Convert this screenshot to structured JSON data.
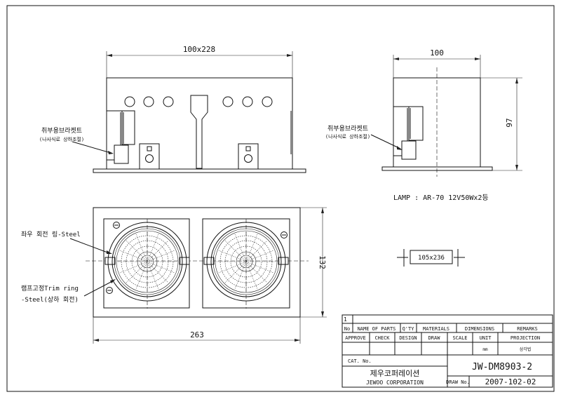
{
  "front_view": {
    "width_label": "100x228",
    "bracket_label": "취부용브라켓트",
    "bracket_sub": "(나사식로 상하조절)"
  },
  "side_view": {
    "width_label": "100",
    "height_label": "97",
    "bracket_label": "취부용브라켓트",
    "bracket_sub": "(나사식로 상하조절)"
  },
  "lamp_spec": "LAMP : AR-70  12V50Wx2등",
  "plan_view": {
    "ring_label": "좌우 회전 링-Steel",
    "trim_label_1": "램프고정Trim ring",
    "trim_label_2": "-Steel(상하 회전)",
    "width_label": "263",
    "height_label": "132"
  },
  "cutout_label": "105x236",
  "title_block": {
    "sheet_no": "1",
    "headers": [
      "No",
      "NAME OF PARTS",
      "Q'TY",
      "MATERIALS",
      "DIMENSIONS",
      "REMARKS"
    ],
    "approvals": [
      "APPROVE",
      "CHECK",
      "DESIGN",
      "DRAW",
      "SCALE",
      "UNIT",
      "PROJECTION"
    ],
    "unit_value": "mm",
    "projection_value": "삼각법",
    "cat_no_label": "CAT. No.",
    "drawing_number": "JW-DM8903-2",
    "company_korean": "제우코퍼레이션",
    "company_english": "JEWOO CORPORATION",
    "draw_no_label": "DRAW No.",
    "draw_no_value": "2007-102-02"
  }
}
